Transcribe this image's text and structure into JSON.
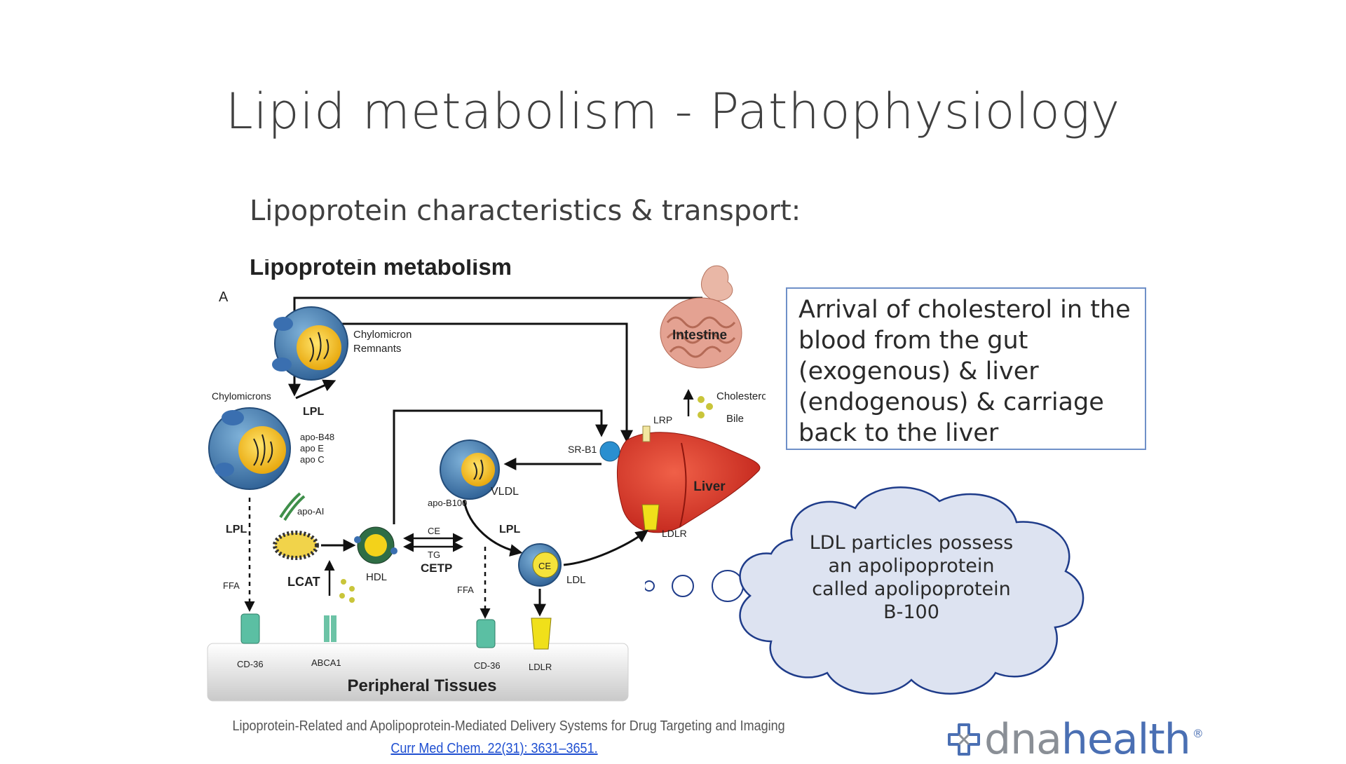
{
  "slide": {
    "title": "Lipid metabolism - Pathophysiology",
    "subtitle": "Lipoprotein characteristics & transport:"
  },
  "diagram": {
    "heading": "Lipoprotein metabolism",
    "panel_letter": "A",
    "labels": {
      "chylomicrons": "Chylomicrons",
      "chylomicron_remnants_1": "Chylomicron",
      "chylomicron_remnants_2": "Remnants",
      "intestine": "Intestine",
      "cholesterol": "Cholesterol",
      "bile": "Bile",
      "lrp": "LRP",
      "sr_b1": "SR-B1",
      "liver": "Liver",
      "vldl": "VLDL",
      "apo_b100": "apo-B100",
      "lpl_top": "LPL",
      "lpl_left": "LPL",
      "lpl_mid": "LPL",
      "apo_b48": "apo-B48",
      "apo_e": "apo E",
      "apo_c": "apo C",
      "apo_ai": "apo-AI",
      "lcat": "LCAT",
      "hdl": "HDL",
      "ce_arrow": "CE",
      "tg_arrow": "TG",
      "cetp": "CETP",
      "ce_ldl": "CE",
      "ldl": "LDL",
      "ldlr_liver": "LDLR",
      "ffa_left": "FFA",
      "ffa_mid": "FFA",
      "cd36_left": "CD-36",
      "abca1": "ABCA1",
      "cd36_mid": "CD-36",
      "ldlr_bottom": "LDLR",
      "peripheral_tissues": "Peripheral Tissues"
    }
  },
  "callout": {
    "text": "Arrival of cholesterol in the blood from the gut (exogenous) & liver (endogenous) & carriage back to the liver"
  },
  "thought_bubble": {
    "text": "LDL particles possess an apolipoprotein called apolipoprotein B-100"
  },
  "citation": {
    "title": "Lipoprotein-Related and Apolipoprotein-Mediated Delivery Systems for Drug Targeting and Imaging",
    "reference": "Curr Med Chem. 22(31): 3631–3651."
  },
  "logo": {
    "part1": "dna",
    "part2": "health",
    "mark": "®",
    "icon": "plus-cross-logo-icon"
  },
  "colors": {
    "accent_blue": "#4a6fb3",
    "callout_border": "#6f90c8",
    "cloud_fill": "#dde3f1",
    "cloud_stroke": "#1f3c8a",
    "liver": "#d8321f",
    "core_yellow": "#f3c21a",
    "particle_blue": "#3f79b4"
  }
}
